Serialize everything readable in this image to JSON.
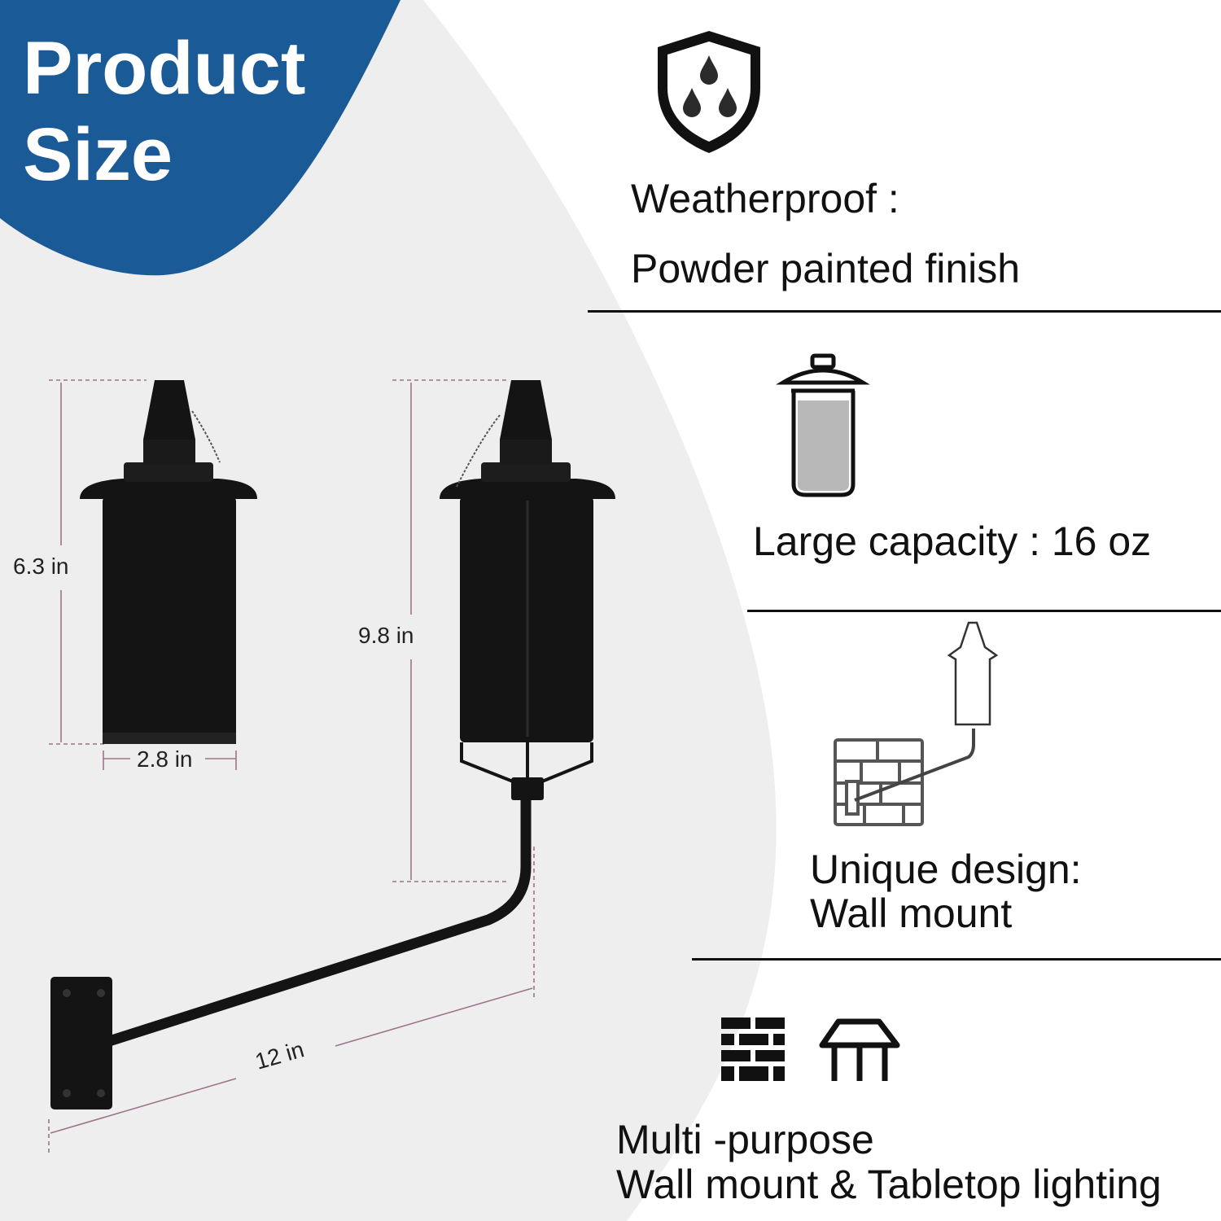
{
  "banner": {
    "line1": "Product",
    "line2": "Size"
  },
  "dimensions": {
    "small_height": "6.3 in",
    "small_width": "2.8 in",
    "torch_height": "9.8 in",
    "arm_length": "12 in"
  },
  "features": {
    "weatherproof": {
      "title": "Weatherproof :",
      "detail": "Powder painted finish",
      "icon": "shield-drops-icon"
    },
    "capacity": {
      "title": "Large capacity : 16 oz",
      "icon": "canister-icon"
    },
    "design": {
      "title": "Unique design:",
      "detail": "Wall mount",
      "icon": "wall-torch-icon"
    },
    "multipurpose": {
      "title": "Multi -purpose",
      "detail": "Wall mount & Tabletop lighting",
      "icons": [
        "brick-wall-icon",
        "table-icon"
      ]
    }
  },
  "colors": {
    "banner_blue": "#1a5a96",
    "panel_gray": "#eeeeee",
    "dimension_line": "#9c7489",
    "product_black": "#111111"
  }
}
